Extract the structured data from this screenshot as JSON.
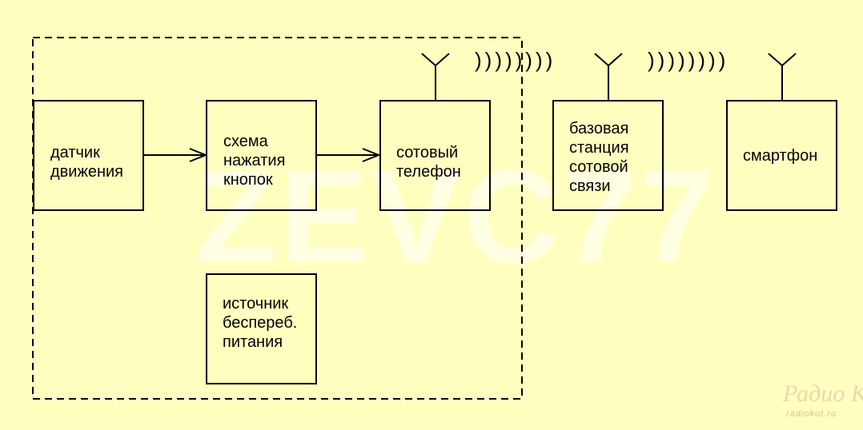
{
  "diagram": {
    "watermark": "ZEVC77",
    "logo": {
      "main": "Радио КОТ",
      "url": "radiokot.ru"
    },
    "waves": [
      "))))))))",
      "))))))))"
    ],
    "nodes": [
      {
        "id": "motion-sensor",
        "lines": [
          "датчик",
          "движения"
        ]
      },
      {
        "id": "button-press-circuit",
        "lines": [
          "схема",
          "нажатия",
          "кнопок"
        ]
      },
      {
        "id": "cell-phone",
        "lines": [
          "сотовый",
          "телефон"
        ]
      },
      {
        "id": "base-station",
        "lines": [
          "базовая",
          "станция",
          "сотовой",
          "связи"
        ]
      },
      {
        "id": "smartphone",
        "lines": [
          "смартфон"
        ]
      },
      {
        "id": "ups",
        "lines": [
          "источник",
          "беспереб.",
          "питания"
        ]
      }
    ],
    "edges": [
      {
        "from": "motion-sensor",
        "to": "button-press-circuit",
        "style": "arrow"
      },
      {
        "from": "button-press-circuit",
        "to": "cell-phone",
        "style": "arrow"
      },
      {
        "from": "cell-phone",
        "to": "base-station",
        "style": "radio"
      },
      {
        "from": "base-station",
        "to": "smartphone",
        "style": "radio"
      }
    ],
    "colors": {
      "background": "#ffffc0",
      "stroke": "#000000"
    }
  }
}
